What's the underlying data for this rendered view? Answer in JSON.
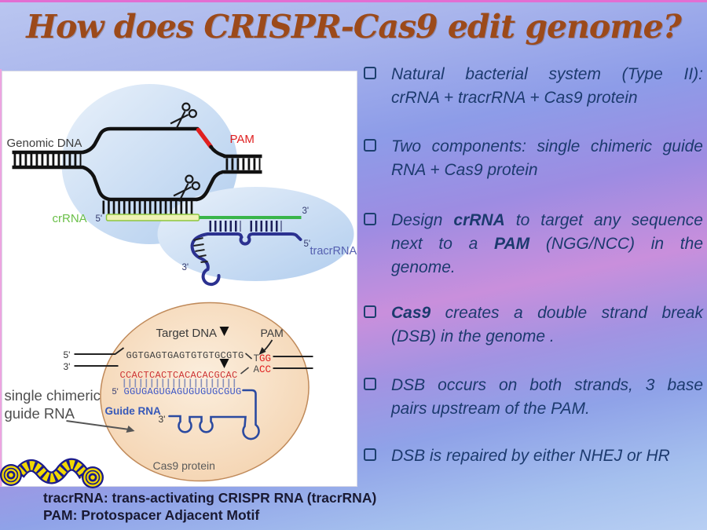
{
  "slide": {
    "title": "How does CRISPR-Cas9 edit genome?",
    "colors": {
      "title": "#9c4a1a",
      "bullet_text": "#1c3a6e",
      "pam_red": "#e02020",
      "crRNA_green": "#39b54a",
      "tracrRNA_blue": "#2b3190",
      "guide_rna_blue": "#3b54c4",
      "sequence_red": "#cc3333",
      "cas9_blob_blue": "#bcd4ef",
      "cas9_oval_peach": "#f3cfa9"
    }
  },
  "panel": {
    "bullets": [
      {
        "lines": [
          [
            {
              "t": "Natural bacterial system (Type II):"
            }
          ],
          [
            {
              "t": "crRNA + tracrRNA + Cas9 protein"
            }
          ]
        ]
      },
      {
        "lines": [
          [
            {
              "t": "Two components: single chimeric guide"
            }
          ],
          [
            {
              "t": "RNA + Cas9 protein"
            }
          ]
        ]
      },
      {
        "lines": [
          [
            {
              "t": "Design "
            },
            {
              "t": "crRNA",
              "b": true
            },
            {
              "t": " to target any sequence"
            }
          ],
          [
            {
              "t": "next to a "
            },
            {
              "t": "PAM",
              "b": true
            },
            {
              "t": " (NGG/NCC) in the"
            }
          ],
          [
            {
              "t": "genome."
            }
          ]
        ]
      },
      {
        "lines": [
          [
            {
              "t": "Cas9",
              "b": true
            },
            {
              "t": " creates a double strand break"
            }
          ],
          [
            {
              "t": "(DSB) in the genome ."
            }
          ]
        ]
      },
      {
        "lines": [
          [
            {
              "t": "DSB occurs on both strands, 3 base"
            }
          ],
          [
            {
              "t": "pairs upstream of the PAM."
            }
          ]
        ]
      },
      {
        "lines": [
          [
            {
              "t": "DSB is repaired by either NHEJ or HR"
            }
          ]
        ]
      }
    ]
  },
  "diagram_top": {
    "genomic_dna_label": "Genomic DNA",
    "pam_label": "PAM",
    "crRNA_label": "crRNA",
    "tracrRNA_label": "tracrRNA",
    "five_prime_crRNA": "5'",
    "three_prime_crRNA": "3'",
    "five_prime_tracr": "5'",
    "three_prime_tracr": "3'"
  },
  "diagram_bottom": {
    "target_dna_label": "Target DNA",
    "pam_label": "PAM",
    "five_prime": "5'",
    "three_prime": "3'",
    "top_strand_seq": "GGTGAGTGAGTGTGTGCGTG",
    "pam_top_dark": "T",
    "pam_top_red": "GG",
    "pam_bottom_dark": "A",
    "pam_bottom_red": "CC",
    "bottom_strand_seq": "CCACTCACTCACACACGCAC",
    "rna_five_prime": "5'",
    "guide_rna_seq": "GGUGAGUGAGUGUGUGCGUG",
    "guide_rna_label": "Guide RNA",
    "rna_three_prime": "3'",
    "cas9_label": "Cas9 protein",
    "chimeric_label_line1": "single chimeric",
    "chimeric_label_line2": "guide RNA"
  },
  "caption": {
    "line1": "tracrRNA: trans-activating CRISPR RNA (tracrRNA)",
    "line2": "PAM: Protospacer Adjacent Motif"
  }
}
